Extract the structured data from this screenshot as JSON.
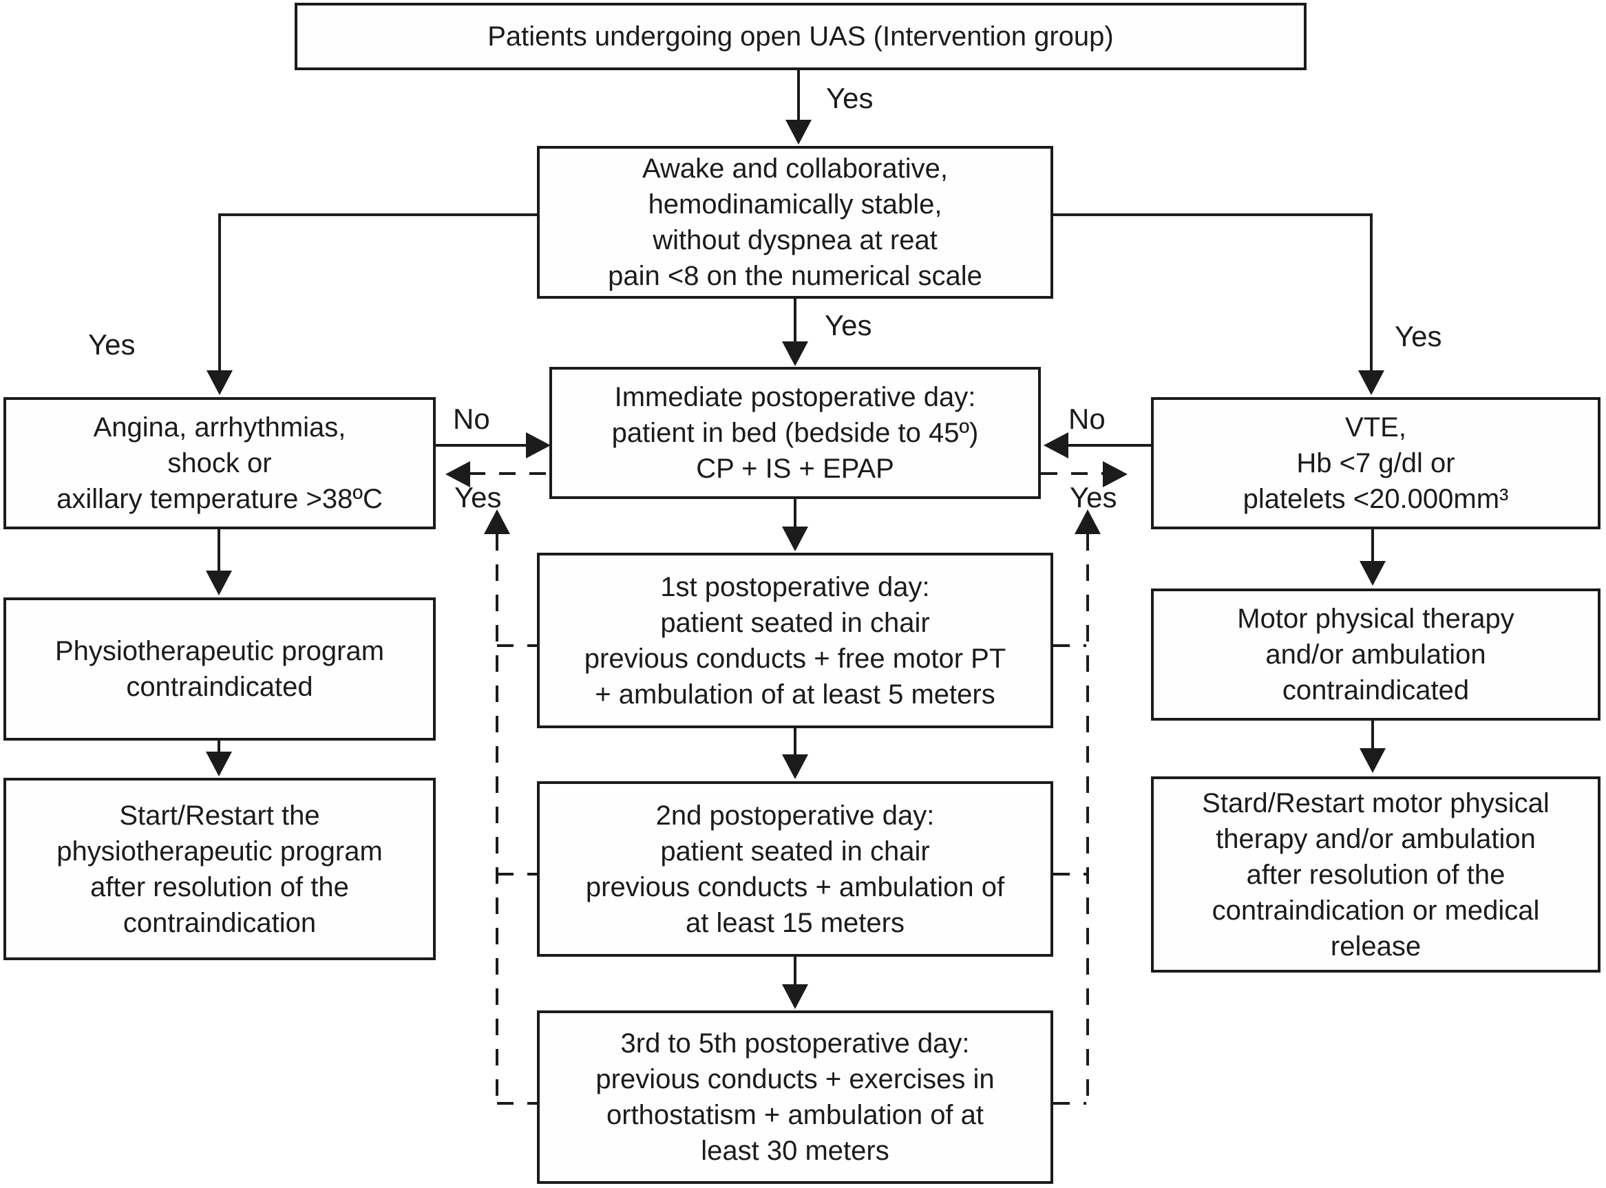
{
  "colors": {
    "ink": "#1b1b1b",
    "background": "#ffffff"
  },
  "nodes": {
    "patients": {
      "text": "Patients undergoing open UAS (Intervention group)"
    },
    "awake": {
      "text": "Awake and collaborative,\nhemodinamically stable,\nwithout dyspnea at reat\npain <8 on the numerical scale"
    },
    "angina": {
      "text": "Angina, arrhythmias,\nshock or\naxillary temperature >38ºC"
    },
    "immediate": {
      "text": "Immediate postoperative day:\npatient in bed (bedside to 45º)\nCP + IS + EPAP"
    },
    "vte": {
      "text": "VTE,\nHb <7 g/dl or\nplatelets <20.000mm³"
    },
    "day1": {
      "text": "1st postoperative day:\npatient seated in chair\nprevious conducts + free motor PT\n+ ambulation of at least 5 meters"
    },
    "day2": {
      "text": "2nd postoperative day:\npatient seated in chair\nprevious conducts + ambulation of\nat least 15 meters"
    },
    "day3": {
      "text": "3rd to 5th postoperative day:\nprevious conducts + exercises in\northostatism + ambulation of at\nleast 30 meters"
    },
    "physio_contra": {
      "text": "Physiotherapeutic program\ncontraindicated"
    },
    "physio_restart": {
      "text": "Start/Restart the\nphysiotherapeutic program\nafter resolution of the\ncontraindication"
    },
    "motor_contra": {
      "text": "Motor physical therapy\nand/or ambulation\ncontraindicated"
    },
    "motor_restart": {
      "text": "Stard/Restart motor physical\ntherapy and/or ambulation\nafter resolution of the\ncontraindication or medical\nrelease"
    }
  },
  "labels": {
    "yes_top": "Yes",
    "yes_left_elbow": "Yes",
    "yes_right_elbow": "Yes",
    "yes_center": "Yes",
    "no_left": "No",
    "yes_left_dashed": "Yes",
    "no_right": "No",
    "yes_right_dashed": "Yes"
  }
}
